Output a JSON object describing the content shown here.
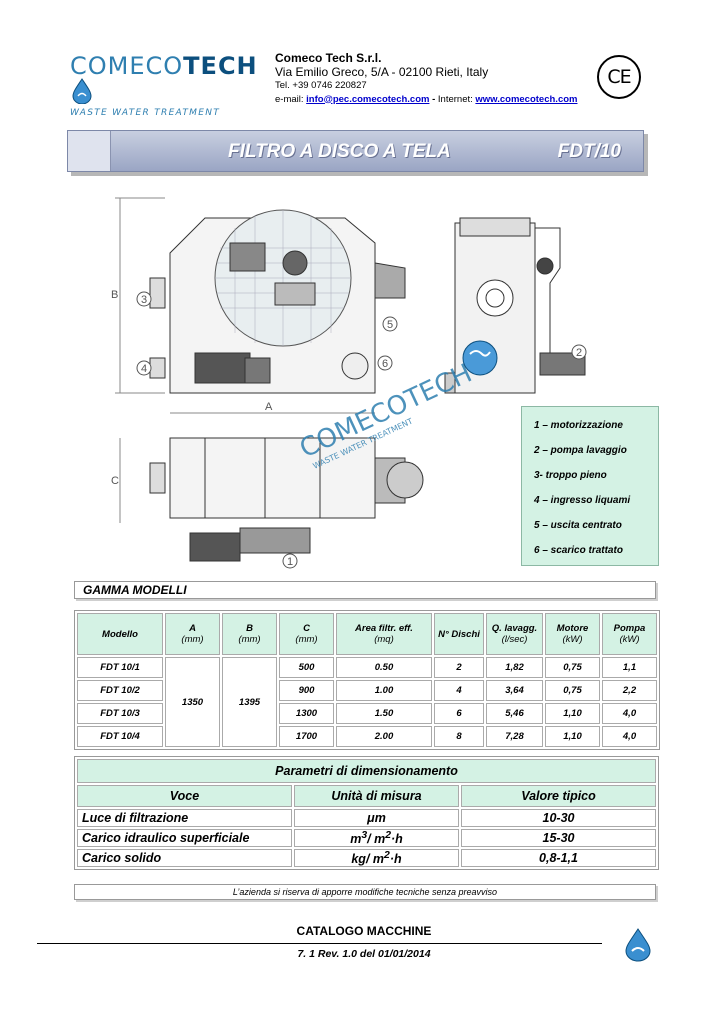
{
  "header": {
    "logo_main_a": "COMECO",
    "logo_main_b": "TECH",
    "logo_sub": "WASTE WATER TREATMENT",
    "company_name": "Comeco Tech S.r.l.",
    "address": "Via Emilio Greco, 5/A - 02100 Rieti, Italy",
    "phone": "Tel. +39 0746 220827",
    "email_label": "e-mail:",
    "email": "info@pec.comecotech.com",
    "sep": " - ",
    "internet_label": "Internet:",
    "website": "www.comecotech.com",
    "ce_mark": "CE"
  },
  "banner": {
    "title": "FILTRO A DISCO A TELA",
    "code": "FDT/10"
  },
  "drawing": {
    "dim_a": "A",
    "dim_b": "B",
    "dim_c": "C",
    "callouts": [
      "1",
      "2",
      "3",
      "4",
      "5",
      "6"
    ],
    "watermark_main": "COMECOTECH",
    "watermark_sub": "WASTE WATER TREATMENT"
  },
  "legend": [
    "1 – motorizzazione",
    "2 – pompa lavaggio",
    "3-  troppo pieno",
    "4 – ingresso liquami",
    "5 – uscita centrato",
    "6 – scarico trattato"
  ],
  "gamma": {
    "title": "GAMMA MODELLI",
    "headers": [
      {
        "name": "Modello",
        "unit": ""
      },
      {
        "name": "A",
        "unit": "(mm)"
      },
      {
        "name": "B",
        "unit": "(mm)"
      },
      {
        "name": "C",
        "unit": "(mm)"
      },
      {
        "name": "Area filtr. eff.",
        "unit": "(mq)"
      },
      {
        "name": "N° Dischi",
        "unit": ""
      },
      {
        "name": "Q. lavagg.",
        "unit": "(l/sec)"
      },
      {
        "name": "Motore",
        "unit": "(kW)"
      },
      {
        "name": "Pompa",
        "unit": "(kW)"
      }
    ],
    "a_value": "1350",
    "b_value": "1395",
    "rows": [
      {
        "model": "FDT 10/1",
        "c": "500",
        "area": "0.50",
        "dischi": "2",
        "q": "1,82",
        "motore": "0,75",
        "pompa": "1,1"
      },
      {
        "model": "FDT 10/2",
        "c": "900",
        "area": "1.00",
        "dischi": "4",
        "q": "3,64",
        "motore": "0,75",
        "pompa": "2,2"
      },
      {
        "model": "FDT 10/3",
        "c": "1300",
        "area": "1.50",
        "dischi": "6",
        "q": "5,46",
        "motore": "1,10",
        "pompa": "4,0"
      },
      {
        "model": "FDT 10/4",
        "c": "1700",
        "area": "2.00",
        "dischi": "8",
        "q": "7,28",
        "motore": "1,10",
        "pompa": "4,0"
      }
    ]
  },
  "params": {
    "title": "Parametri di dimensionamento",
    "col_voce": "Voce",
    "col_unita": "Unità di misura",
    "col_valore": "Valore tipico",
    "rows": [
      {
        "voce": "Luce di filtrazione",
        "unit_main": "μm",
        "unit_sup1": "",
        "unit_mid": "",
        "unit_sup2": "",
        "unit_end": "",
        "valore": "10-30"
      },
      {
        "voce": "Carico idraulico superficiale",
        "unit_main": "m",
        "unit_sup1": "3",
        "unit_mid": "/ m",
        "unit_sup2": "2",
        "unit_end": "·h",
        "valore": "15-30"
      },
      {
        "voce": "Carico solido",
        "unit_main": "kg/ m",
        "unit_sup1": "",
        "unit_mid": "",
        "unit_sup2": "2",
        "unit_end": "·h",
        "valore": "0,8-1,1"
      }
    ]
  },
  "note": "L’azienda si riserva di apporre modifiche tecniche senza preavviso",
  "footer": {
    "catalog": "CATALOGO  MACCHINE",
    "revision": "7. 1   Rev. 1.0  del  01/01/2014"
  },
  "colors": {
    "accent_green": "#d4f2e4",
    "banner_blue": "#9aa5c4",
    "logo_blue": "#2f7fb0",
    "logo_dark": "#0c4f7e",
    "link": "#0000cc"
  }
}
